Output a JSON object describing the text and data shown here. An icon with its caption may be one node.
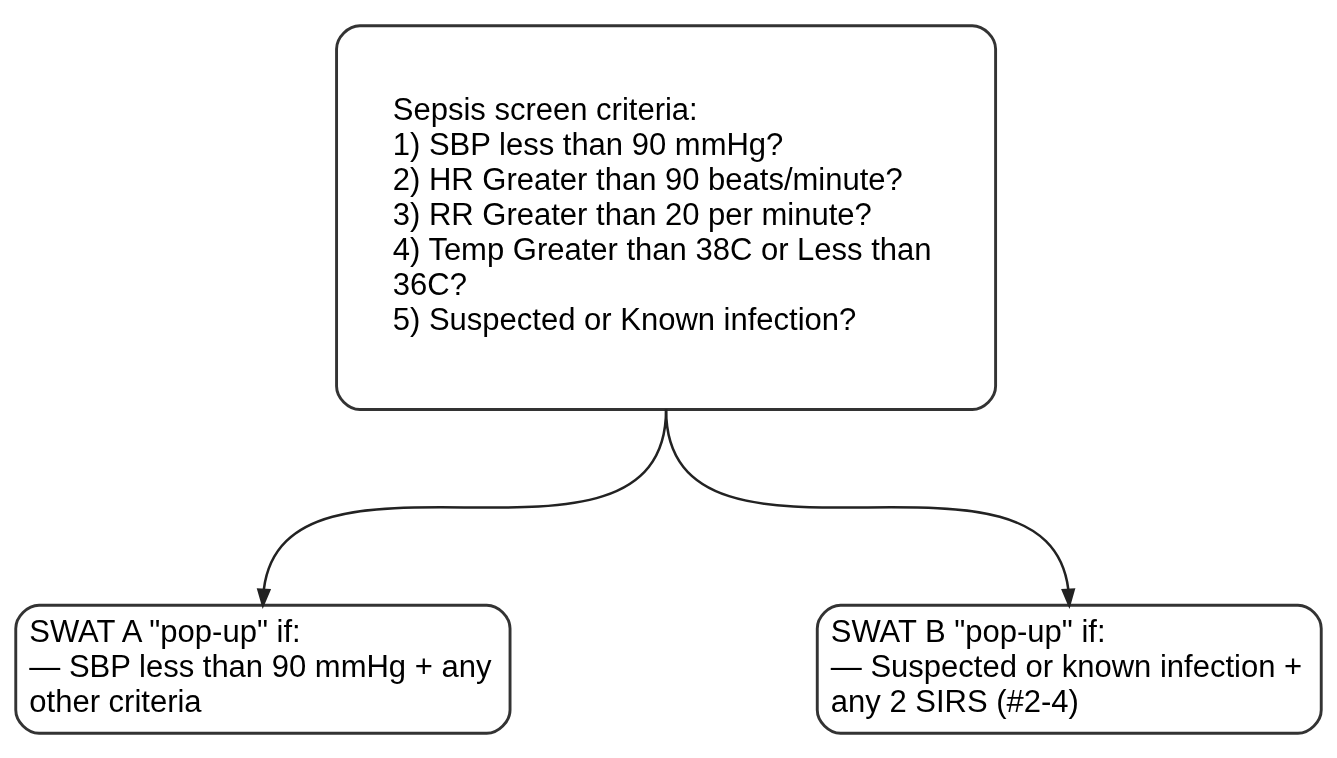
{
  "diagram": {
    "nodes": [
      {
        "text": [
          "Sepsis screen criteria:",
          "1) SBP less than 90 mmHg?",
          "2) HR Greater than 90 beats/minute?",
          "3) RR Greater than 20 per minute?",
          "4) Temp Greater than 38C or Less than 36C?",
          "5) Suspected or Known infection?"
        ]
      },
      {
        "text": [
          "SWAT A \"pop-up\" if:",
          "— SBP less than 90 mmHg + any other criteria"
        ]
      },
      {
        "text": [
          "SWAT B \"pop-up\" if:",
          "— Suspected or known infection + any 2 SIRS (#2-4)"
        ]
      }
    ],
    "edges": [
      {
        "from": 0,
        "to": 1,
        "arrow": "to"
      },
      {
        "from": 0,
        "to": 2,
        "arrow": "to"
      }
    ]
  }
}
